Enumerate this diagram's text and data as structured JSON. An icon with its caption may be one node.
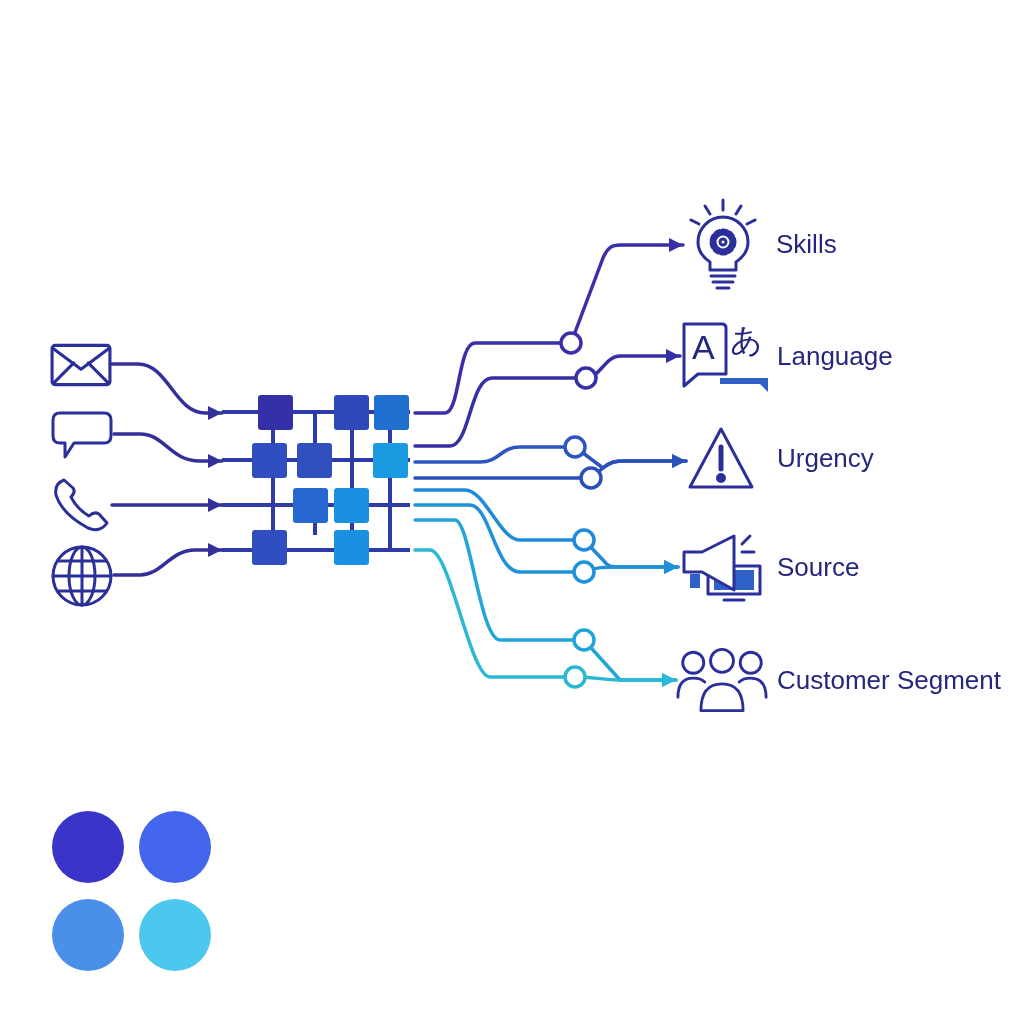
{
  "diagram": {
    "nodes": [
      {
        "text": [],
        "shape": "envelope"
      },
      {
        "text": [],
        "shape": "speech-bubble"
      },
      {
        "text": [],
        "shape": "phone"
      },
      {
        "text": [],
        "shape": "globe"
      },
      {
        "text": [],
        "shape": "grid"
      },
      {
        "text": [
          "Skills"
        ]
      },
      {
        "text": [
          "Language"
        ]
      },
      {
        "text": [
          "Urgency"
        ]
      },
      {
        "text": [
          "Source"
        ]
      },
      {
        "text": [
          "Customer Segment"
        ]
      }
    ],
    "edges": [
      {
        "from": 0,
        "to": 4,
        "arrow": "to",
        "color": "#33309c"
      },
      {
        "from": 1,
        "to": 4,
        "arrow": "to",
        "color": "#33309c"
      },
      {
        "from": 2,
        "to": 4,
        "arrow": "to",
        "color": "#33309c"
      },
      {
        "from": 3,
        "to": 4,
        "arrow": "to",
        "color": "#33309c"
      },
      {
        "from": 4,
        "to": 5,
        "arrow": "to",
        "color": "#3a2fa8"
      },
      {
        "from": 4,
        "to": 6,
        "arrow": "to",
        "color": "#3630a4"
      },
      {
        "from": 4,
        "to": 7,
        "arrow": "to",
        "color": "#2d55c0"
      },
      {
        "from": 4,
        "to": 7,
        "arrow": "to",
        "color": "#2a50b8"
      },
      {
        "from": 4,
        "to": 8,
        "arrow": "to",
        "color": "#1f8ad8"
      },
      {
        "from": 4,
        "to": 8,
        "arrow": "to",
        "color": "#1e92d8"
      },
      {
        "from": 4,
        "to": 9,
        "arrow": "to",
        "color": "#22a6d8"
      },
      {
        "from": 4,
        "to": 9,
        "arrow": "to",
        "color": "#2bb8d5"
      }
    ],
    "labels": [
      "A",
      "あ"
    ]
  }
}
